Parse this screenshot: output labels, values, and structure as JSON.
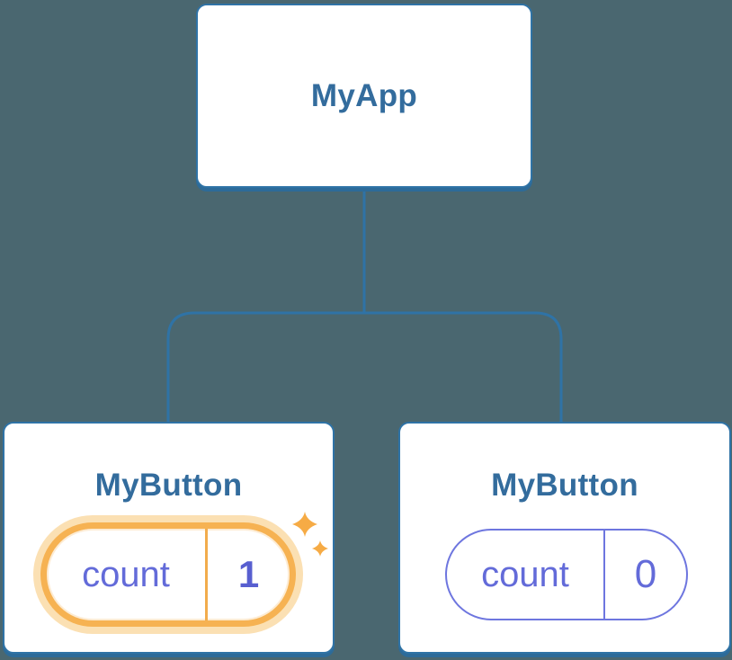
{
  "diagram": {
    "background_color": "#4A6770",
    "root": {
      "label": "MyApp"
    },
    "children": [
      {
        "label": "MyButton",
        "state_key": "count",
        "state_value": "1",
        "highlighted": true
      },
      {
        "label": "MyButton",
        "state_key": "count",
        "state_value": "0",
        "highlighted": false
      }
    ],
    "colors": {
      "card_border": "#2F73A6",
      "card_shadow": "#2D6B99",
      "title_text": "#336C9D",
      "state_text": "#636BD9",
      "state_pill_border": "#6E76DF",
      "highlight_ring": "#F6B252",
      "highlight_glow": "#FBE0B3",
      "sparkle": "#F6AB45"
    },
    "icons": [
      {
        "name": "sparkle-icon-large"
      },
      {
        "name": "sparkle-icon-small"
      }
    ]
  }
}
